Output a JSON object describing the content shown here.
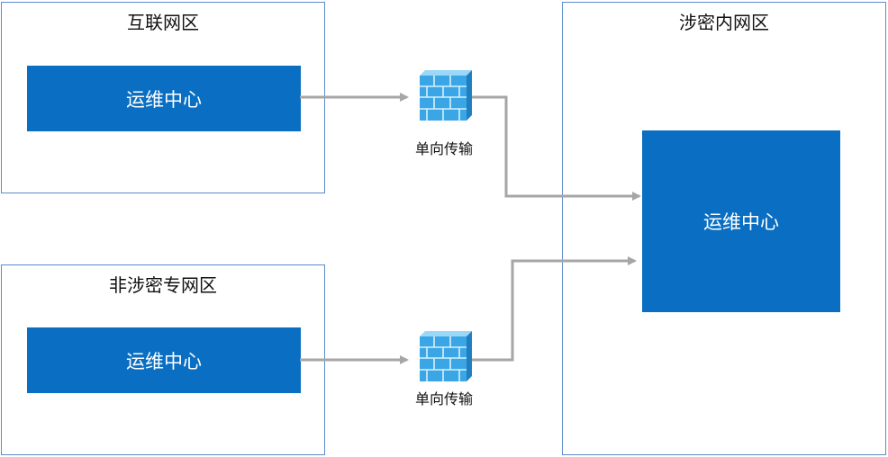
{
  "zones": {
    "internet": {
      "title": "互联网区",
      "center": "运维中心"
    },
    "non_secret": {
      "title": "非涉密专网区",
      "center": "运维中心"
    },
    "secret": {
      "title": "涉密内网区",
      "center": "运维中心"
    }
  },
  "gateways": [
    {
      "label": "单向传输",
      "icon": "firewall-icon"
    },
    {
      "label": "单向传输",
      "icon": "firewall-icon"
    }
  ],
  "colors": {
    "zone_border": "#5b8ccb",
    "center_fill": "#0a6fc2",
    "arrow": "#a6a6a6",
    "firewall_brick": "#3ba6e6"
  }
}
